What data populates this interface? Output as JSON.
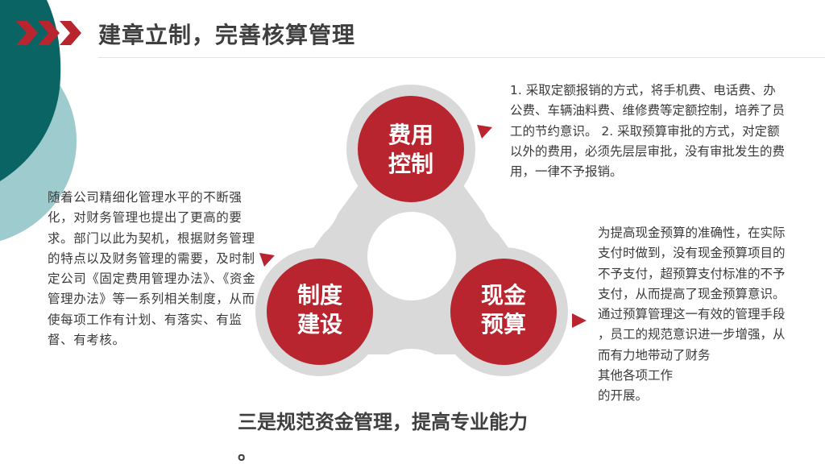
{
  "colors": {
    "teal_dark": "#0b6464",
    "teal_light": "#9ecbcd",
    "accent_red": "#b8252f",
    "ring_gray": "#d9d9d9",
    "text_dark": "#3a3a3a"
  },
  "header": {
    "title": "建章立制，完善核算管理"
  },
  "diagram": {
    "nodes": [
      {
        "id": "top",
        "line1": "费用",
        "line2": "控制"
      },
      {
        "id": "left",
        "line1": "制度",
        "line2": "建设"
      },
      {
        "id": "right",
        "line1": "现金",
        "line2": "预算"
      }
    ]
  },
  "texts": {
    "top": "1. 采取定额报销的方式，将手机费、电话费、办公费、车辆油料费、维修费等定额控制，培养了员工的节约意识。 2. 采取预算审批的方式，对定额以外的费用，必须先层层审批，没有审批发生的费用，一律不予报销。",
    "left": "随着公司精细化管理水平的不断强化，对财务管理也提出了更高的要求。部门以此为契机，根据财务管理的特点以及财务管理的需要，及时制定公司《固定费用管理办法》、《资金管理办法》等一系列相关制度，从而使每项工作有计划、有落实、有监督、有考核。",
    "right_lines": [
      "为提高现金预算的准确性，在实际",
      "支付时做到，没有现金预算项目的",
      "不予支付，超预算支付标准的不予",
      "支付，从而提高了现金预算意识。",
      "通过预算管理这一有效的管理手段",
      "，员工的规范意识进一步增强，从",
      "而有力地带动了财务",
      "其他各项工作",
      "的开展。"
    ]
  },
  "bottom": {
    "heading_line1": "三是规范资金管理，提高专业能力",
    "heading_line2": "。"
  }
}
